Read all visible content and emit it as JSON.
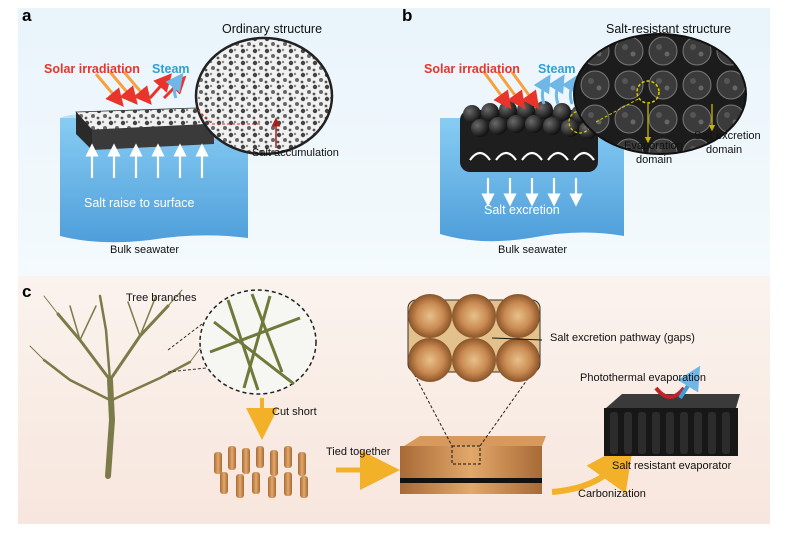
{
  "panel_a": {
    "letter": "a",
    "title": "Ordinary structure",
    "solar": "Solar irradiation",
    "steam": "Steam",
    "salt_accumulation": "Salt accumulation",
    "salt_raise": "Salt raise to surface",
    "bulk": "Bulk seawater"
  },
  "panel_b": {
    "letter": "b",
    "title": "Salt-resistant structure",
    "solar": "Solar irradiation",
    "steam": "Steam",
    "evap_domain_1": "Evaporation",
    "evap_domain_2": "domain",
    "excretion_domain_1": "Salt excretion",
    "excretion_domain_2": "domain",
    "salt_excretion": "Salt excretion",
    "bulk": "Bulk seawater"
  },
  "panel_c": {
    "letter": "c",
    "tree_branches": "Tree branches",
    "cut_short": "Cut short",
    "tied_together": "Tied together",
    "pathway": "Salt excretion pathway (gaps)",
    "photothermal": "Photothermal evaporation",
    "resistant_evaporator": "Salt resistant evaporator",
    "carbonization": "Carbonization"
  },
  "colors": {
    "solar_red": "#e8342a",
    "steam_cyan": "#2ea0d6",
    "water_blue": "#5db4e8",
    "wood": "#c98a52",
    "carbon": "#1a1a1a",
    "process_arrow": "#f3b12a"
  }
}
